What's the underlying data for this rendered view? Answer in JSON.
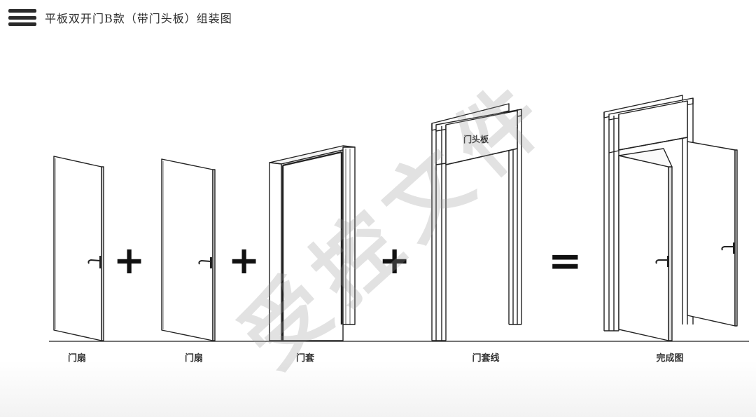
{
  "header": {
    "menu_icon": "menu-icon",
    "title": "平板双开门B款（带门头板）组装图"
  },
  "components": {
    "leaf_1": "门扇",
    "leaf_2": "门扇",
    "frame": "门套",
    "trim": "门套线",
    "lintel": "门头板",
    "result": "完成图"
  },
  "operators": {
    "plus": "+",
    "equals": "="
  },
  "watermark": "受控文件",
  "colors": {
    "line": "#222222",
    "watermark": "#969696"
  }
}
